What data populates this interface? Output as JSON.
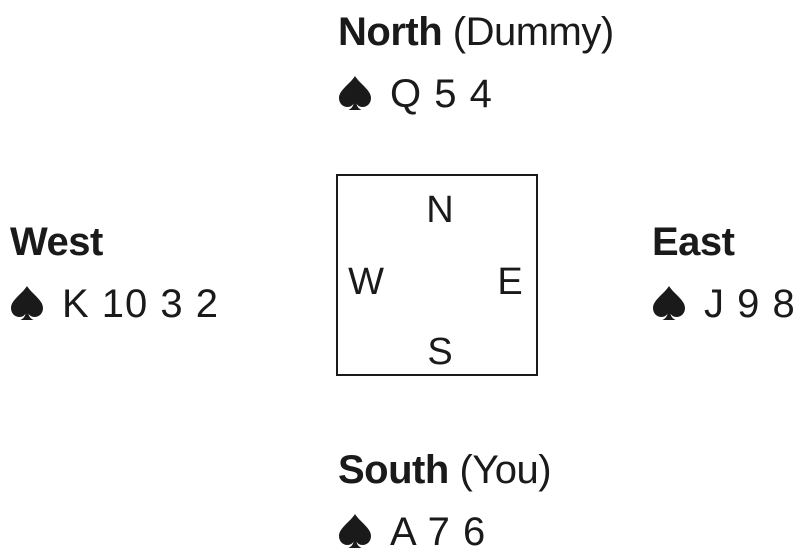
{
  "north": {
    "role": "North",
    "note": "(Dummy)",
    "suit": "spade-icon",
    "cards": "Q 5 4"
  },
  "west": {
    "role": "West",
    "note": "",
    "suit": "spade-icon",
    "cards": "K 10 3 2"
  },
  "east": {
    "role": "East",
    "note": "",
    "suit": "spade-icon",
    "cards": "J 9 8"
  },
  "south": {
    "role": "South",
    "note": "(You)",
    "suit": "spade-icon",
    "cards": "A 7 6"
  },
  "compass": {
    "n": "N",
    "w": "W",
    "e": "E",
    "s": "S"
  },
  "colors": {
    "ink": "#1a1a1a",
    "background": "#ffffff"
  }
}
